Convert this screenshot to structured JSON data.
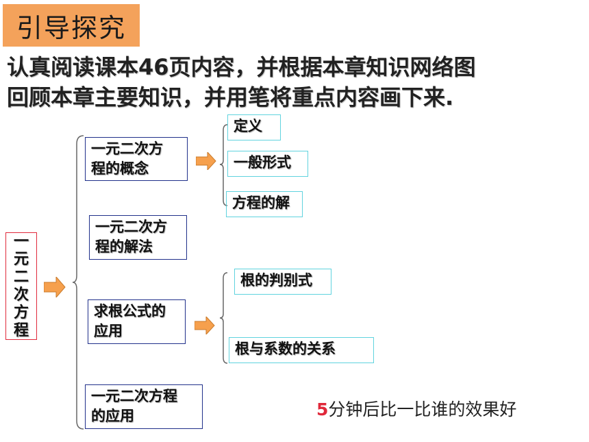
{
  "header": {
    "title": "引导探究",
    "intro_line1": "认真阅读课本46页内容，并根据本章知识网络图",
    "intro_line2": "回顾本章主要知识，并用笔将重点内容画下来."
  },
  "diagram": {
    "root": [
      "一",
      "元",
      "二",
      "次",
      "方",
      "程"
    ],
    "concept": {
      "line1": "一元二次方",
      "line2": "程的概念"
    },
    "concept_items": [
      "定义",
      "一般形式",
      "方程的解"
    ],
    "solving": {
      "line1": "一元二次方",
      "line2": "程的解法"
    },
    "formula": {
      "line1": "求根公式的",
      "line2": "应用"
    },
    "formula_items": [
      "根的判别式",
      "根与系数的关系"
    ],
    "application": {
      "line1": "一元二次方程",
      "line2": "的应用"
    }
  },
  "footer": {
    "note_number": "5",
    "note_text": "分钟后比一比谁的效果好"
  },
  "colors": {
    "title_bg": "#f4a25b",
    "arrow_fill": "#f6a04d",
    "blue_border": "#1f2f8a",
    "cyan_border": "#5fd3de",
    "red_border": "#e0283a"
  }
}
